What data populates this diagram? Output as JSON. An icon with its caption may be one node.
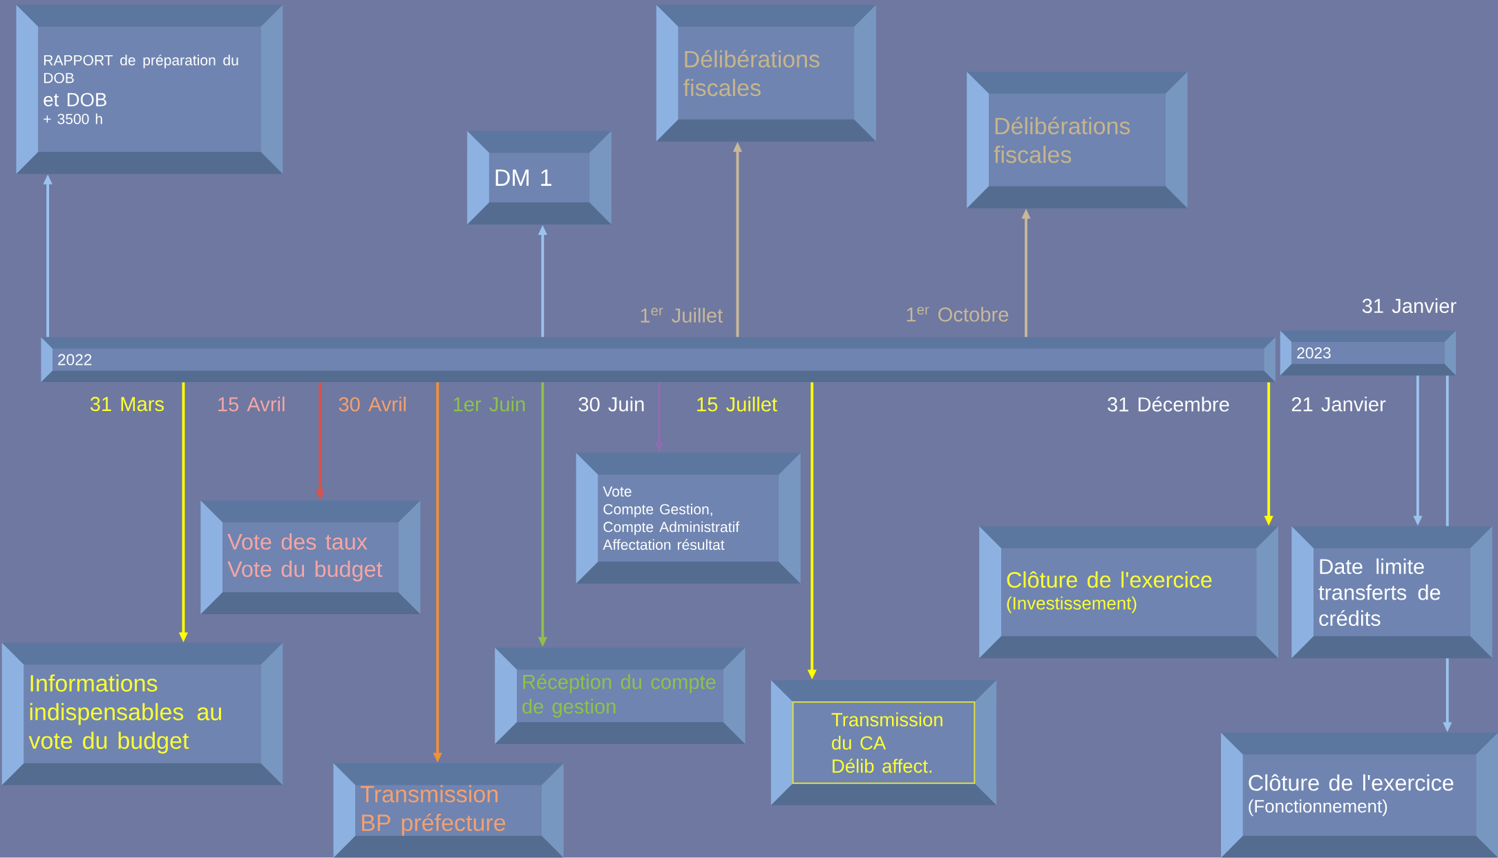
{
  "diagram": {
    "nodes": [
      {
        "text": [
          "RAPPORT de préparation du DOB",
          "et DOB",
          "+ 3500 h"
        ]
      },
      {
        "text": [
          "DM 1"
        ]
      },
      {
        "text": [
          "Délibérations fiscales"
        ]
      },
      {
        "text": [
          "Délibérations fiscales"
        ]
      },
      {
        "text": [
          "2022"
        ]
      },
      {
        "text": [
          "2023"
        ]
      },
      {
        "text": [
          "Vote des taux",
          "Vote du budget"
        ]
      },
      {
        "text": [
          "Vote",
          "Compte Gestion,",
          "Compte Administratif",
          "Affectation résultat"
        ]
      },
      {
        "text": [
          "Informations indispensables au vote du budget"
        ]
      },
      {
        "text": [
          "Réception du compte de gestion"
        ]
      },
      {
        "text": [
          "Transmission du CA",
          "Délib affect."
        ]
      },
      {
        "text": [
          "Clôture de l'exercice",
          "(Investissement)"
        ]
      },
      {
        "text": [
          "Date limite transferts de crédits"
        ]
      },
      {
        "text": [
          "Transmission BP préfecture"
        ]
      },
      {
        "text": [
          "Clôture de l'exercice",
          "(Fonctionnement)"
        ]
      }
    ],
    "edges": [
      {
        "from": 4,
        "to": 0,
        "arrow": "to"
      },
      {
        "from": 4,
        "to": 1,
        "arrow": "to"
      },
      {
        "from": 4,
        "to": 2,
        "arrow": "to",
        "color": "#c8b89a"
      },
      {
        "from": 4,
        "to": 3,
        "arrow": "to",
        "color": "#c8b89a"
      },
      {
        "from": 4,
        "to": 8,
        "arrow": "to",
        "color": "#ffff00"
      },
      {
        "from": 4,
        "to": 6,
        "arrow": "to",
        "color": "#d9534f"
      },
      {
        "from": 4,
        "to": 13,
        "arrow": "to",
        "color": "#f0913a"
      },
      {
        "from": 4,
        "to": 9,
        "arrow": "to",
        "color": "#8fbf4a"
      },
      {
        "from": 4,
        "to": 7,
        "arrow": "to",
        "color": "#8a6fb0"
      },
      {
        "from": 4,
        "to": 10,
        "arrow": "to",
        "color": "#ffff00"
      },
      {
        "from": 4,
        "to": 11,
        "arrow": "to",
        "color": "#ffff00"
      },
      {
        "from": 5,
        "to": 12,
        "arrow": "to"
      },
      {
        "from": 5,
        "to": 12,
        "arrow": "none"
      },
      {
        "from": 12,
        "to": 14,
        "arrow": "to"
      }
    ],
    "labels": [
      "1$^{er}$ Juillet",
      "1$^{er}$ Octobre",
      "31 Janvier",
      "31 Mars",
      "15 Avril",
      "30 Avril",
      "1er Juin",
      "30 Juin",
      "15 Juillet",
      "31 Décembre",
      "21 Janvier"
    ]
  }
}
